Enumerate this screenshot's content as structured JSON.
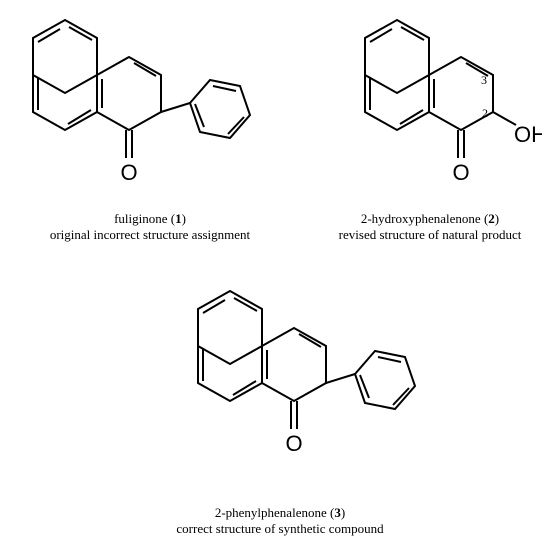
{
  "compounds": [
    {
      "atom_oxygen": "O",
      "name": "fuliginone",
      "number": "1",
      "description": "original incorrect structure assignment"
    },
    {
      "atom_oxygen": "O",
      "atom_hydroxyl": "OH",
      "locant_a": "3",
      "locant_b": "2",
      "name": "2-hydroxyphenalenone",
      "number": "2",
      "description": "revised structure of natural product"
    },
    {
      "atom_oxygen": "O",
      "name": "2-phenylphenalenone",
      "number": "3",
      "description": "correct structure of synthetic compound"
    }
  ]
}
